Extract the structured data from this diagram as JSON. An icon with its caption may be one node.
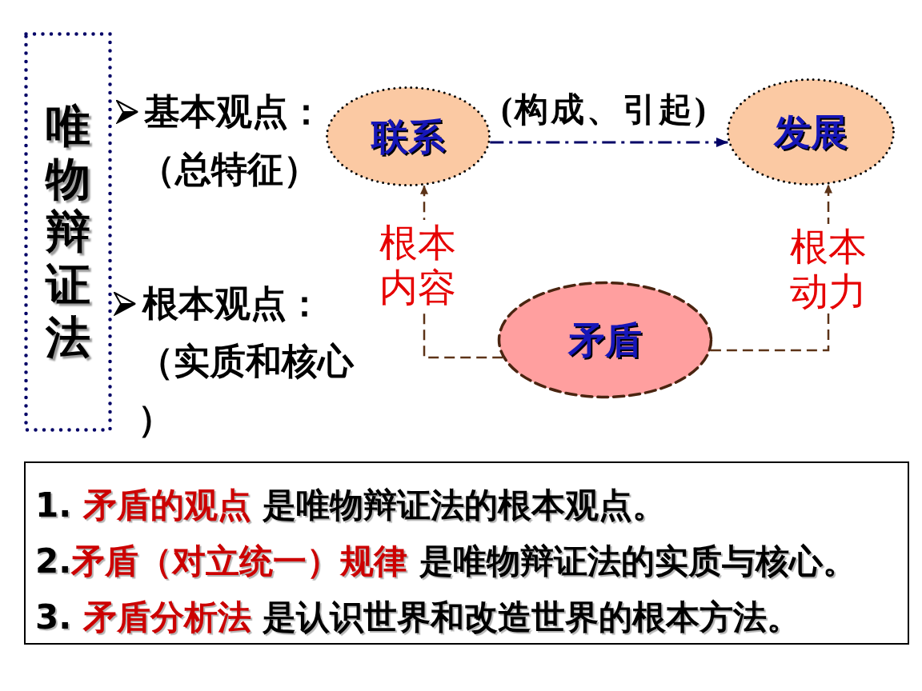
{
  "diagram": {
    "nodes": [
      {
        "text": [
          "唯物辩证法"
        ]
      },
      {
        "text": [
          "联系"
        ]
      },
      {
        "text": [
          "发展"
        ]
      },
      {
        "text": [
          "矛盾"
        ]
      },
      {
        "text": [
          "1. **矛盾的观点** 是唯物辩证法的根本观点。",
          "2.**矛盾（对立统一）规律** 是唯物辩证法的实质与核心。",
          "3. **矛盾分析法** 是认识世界和改造世界的根本方法。"
        ]
      }
    ],
    "edges": [
      {
        "from": 1,
        "to": 2,
        "arrow": "to",
        "label": "(构成、引起)",
        "style": "dashed",
        "color": "#000066"
      },
      {
        "from": 3,
        "to": 1,
        "arrow": "to",
        "label": "根本内容",
        "style": "dashed"
      },
      {
        "from": 3,
        "to": 2,
        "arrow": "to",
        "label": "根本动力",
        "style": "dashed"
      }
    ],
    "labels": [
      "基本观点：（总特征）",
      "根本观点：（实质和核心）"
    ]
  }
}
